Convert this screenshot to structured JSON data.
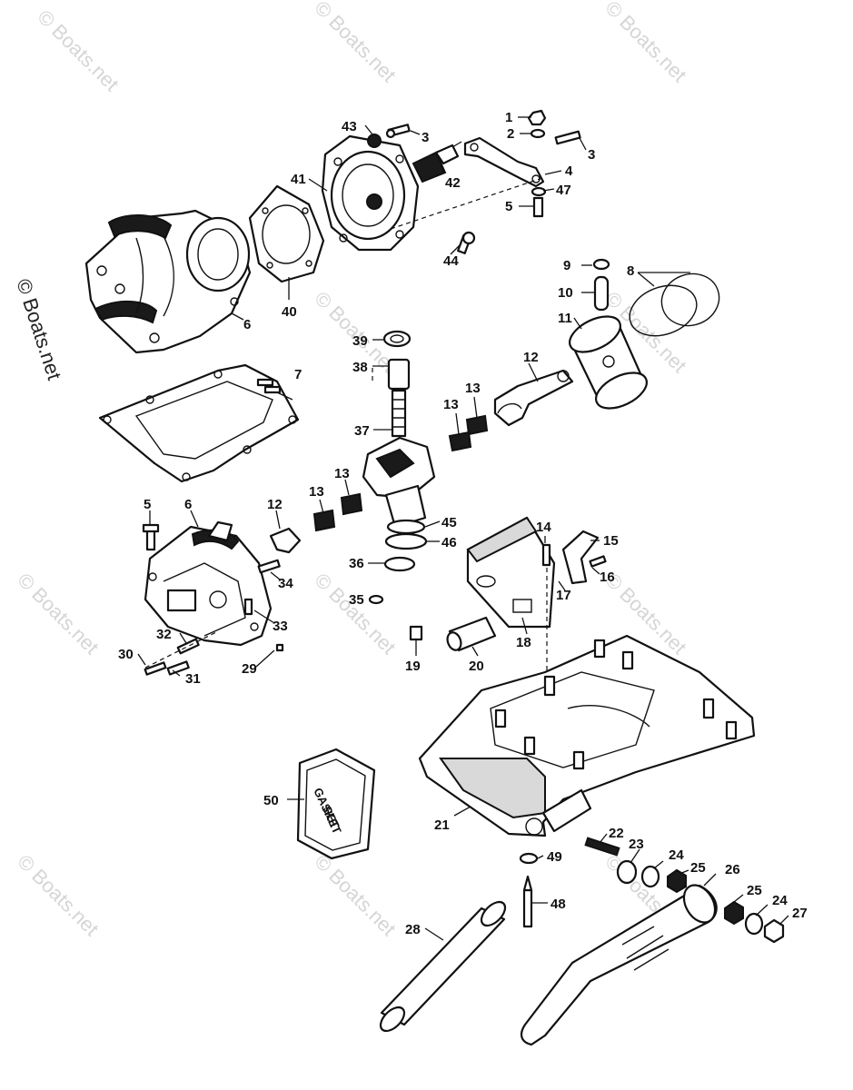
{
  "watermark": {
    "text": "© Boats.net"
  },
  "gasket_set": {
    "line1": "GASKET",
    "line2": "SET"
  },
  "callouts": {
    "c1": "1",
    "c2": "2",
    "c3a": "3",
    "c3b": "3",
    "c4": "4",
    "c5a": "5",
    "c5b": "5",
    "c6a": "6",
    "c6b": "6",
    "c7": "7",
    "c8": "8",
    "c9": "9",
    "c10": "10",
    "c11": "11",
    "c12a": "12",
    "c12b": "12",
    "c13a": "13",
    "c13b": "13",
    "c13c": "13",
    "c13d": "13",
    "c14": "14",
    "c15": "15",
    "c16": "16",
    "c17": "17",
    "c18": "18",
    "c19": "19",
    "c20": "20",
    "c21": "21",
    "c22": "22",
    "c23": "23",
    "c24a": "24",
    "c24b": "24",
    "c25a": "25",
    "c25b": "25",
    "c26": "26",
    "c27": "27",
    "c28": "28",
    "c29": "29",
    "c30": "30",
    "c31": "31",
    "c32": "32",
    "c33": "33",
    "c34": "34",
    "c35": "35",
    "c36": "36",
    "c37": "37",
    "c38": "38",
    "c39": "39",
    "c40": "40",
    "c41": "41",
    "c42": "42",
    "c43": "43",
    "c44": "44",
    "c45": "45",
    "c46": "46",
    "c47": "47",
    "c48": "48",
    "c49": "49",
    "c50": "50"
  }
}
